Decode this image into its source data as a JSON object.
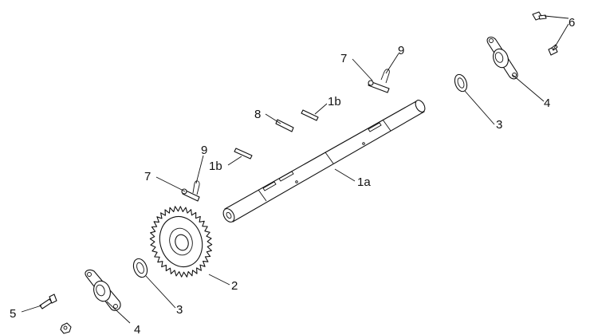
{
  "callouts": {
    "c1a": "1a",
    "c1b_upper": "1b",
    "c1b_lower": "1b",
    "c2": "2",
    "c3_left": "3",
    "c3_right": "3",
    "c4_left": "4",
    "c4_right": "4",
    "c5": "5",
    "c6": "6",
    "c7_upper": "7",
    "c7_lower": "7",
    "c8": "8",
    "c9_upper": "9",
    "c9_lower": "9"
  }
}
